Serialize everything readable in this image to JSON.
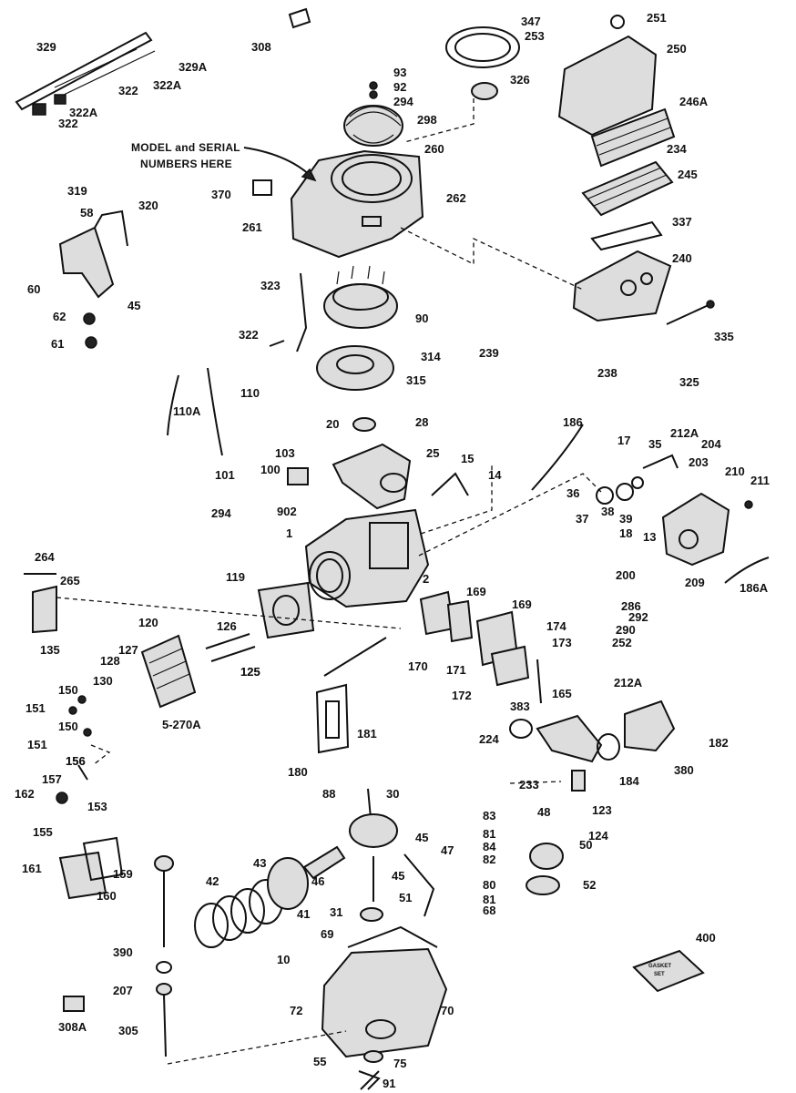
{
  "model_note": [
    "MODEL and SERIAL",
    "NUMBERS HERE"
  ],
  "gasket_kit": [
    "GASKET",
    "SET"
  ],
  "labels": [
    "308",
    "347",
    "251",
    "253",
    "250",
    "329",
    "326",
    "93",
    "92",
    "294",
    "298",
    "329A",
    "322A",
    "322",
    "322A",
    "322",
    "260",
    "370",
    "262",
    "246A",
    "234",
    "245",
    "319",
    "58",
    "320",
    "261",
    "337",
    "240",
    "60",
    "45",
    "323",
    "90",
    "62",
    "322",
    "314",
    "315",
    "239",
    "238",
    "335",
    "61",
    "325",
    "110",
    "110A",
    "20",
    "28",
    "186",
    "17",
    "35",
    "212A",
    "204",
    "103",
    "25",
    "15",
    "14",
    "101",
    "100",
    "203",
    "210",
    "211",
    "294",
    "902",
    "1",
    "36",
    "37",
    "38",
    "39",
    "18",
    "13",
    "209",
    "200",
    "186A",
    "264",
    "265",
    "119",
    "2",
    "169",
    "169",
    "286",
    "292",
    "290",
    "120",
    "126",
    "125",
    "135",
    "128",
    "127",
    "170",
    "171",
    "172",
    "174",
    "173",
    "252",
    "130",
    "125",
    "156",
    "383",
    "165",
    "212A",
    "150",
    "151",
    "150",
    "5-270A",
    "151",
    "224",
    "184",
    "182",
    "181",
    "180",
    "380",
    "156",
    "157",
    "153",
    "233",
    "123",
    "162",
    "155",
    "124",
    "88",
    "30",
    "83",
    "48",
    "81",
    "84",
    "50",
    "45",
    "47",
    "82",
    "161",
    "159",
    "160",
    "43",
    "42",
    "46",
    "45",
    "80",
    "81",
    "52",
    "51",
    "68",
    "31",
    "41",
    "390",
    "10",
    "69",
    "400",
    "207",
    "72",
    "70",
    "308A",
    "305",
    "55",
    "75",
    "91"
  ]
}
